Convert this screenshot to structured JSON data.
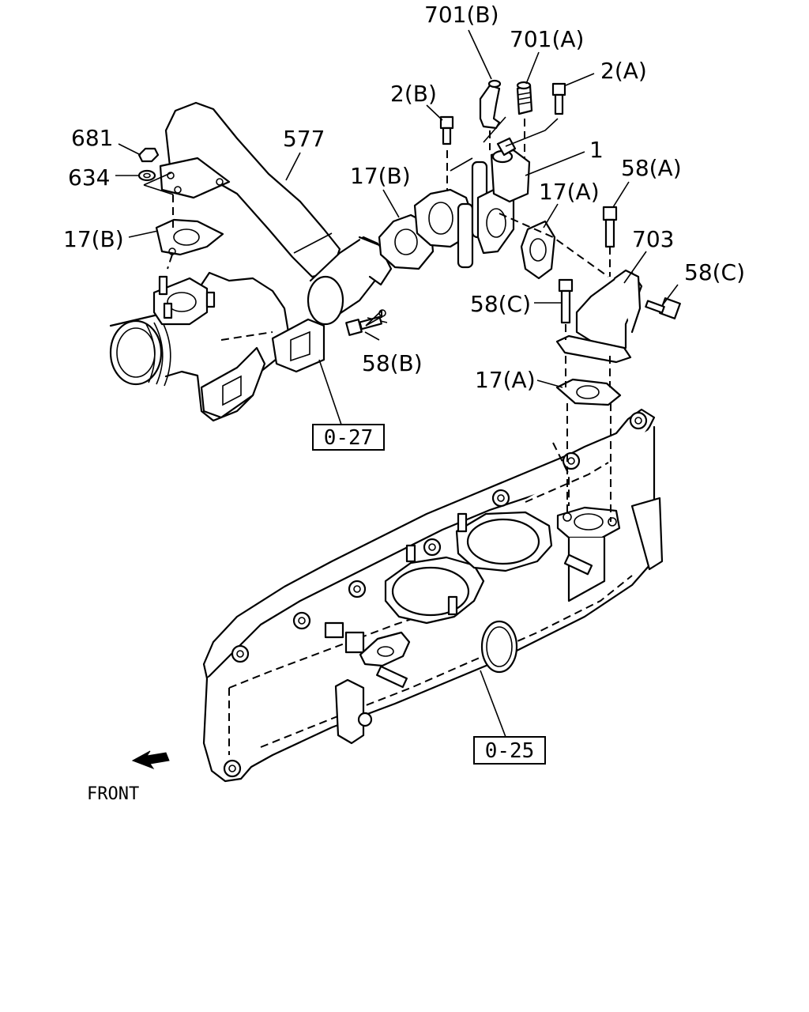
{
  "callouts": {
    "c701B": "701(B)",
    "c701A": "701(A)",
    "c2A": "2(A)",
    "c2B": "2(B)",
    "c681": "681",
    "c577": "577",
    "c634": "634",
    "c1": "1",
    "c58A": "58(A)",
    "c17B_mid": "17(B)",
    "c17A_top": "17(A)",
    "c17B_left": "17(B)",
    "c703": "703",
    "c58C_right": "58(C)",
    "c58C_left": "58(C)",
    "c58B": "58(B)",
    "c17A_bottom": "17(A)"
  },
  "references": {
    "ref027": "0-27",
    "ref025": "0-25"
  },
  "orientation": {
    "front_label": "FRONT",
    "arrow_icon": "front-arrow-icon"
  }
}
